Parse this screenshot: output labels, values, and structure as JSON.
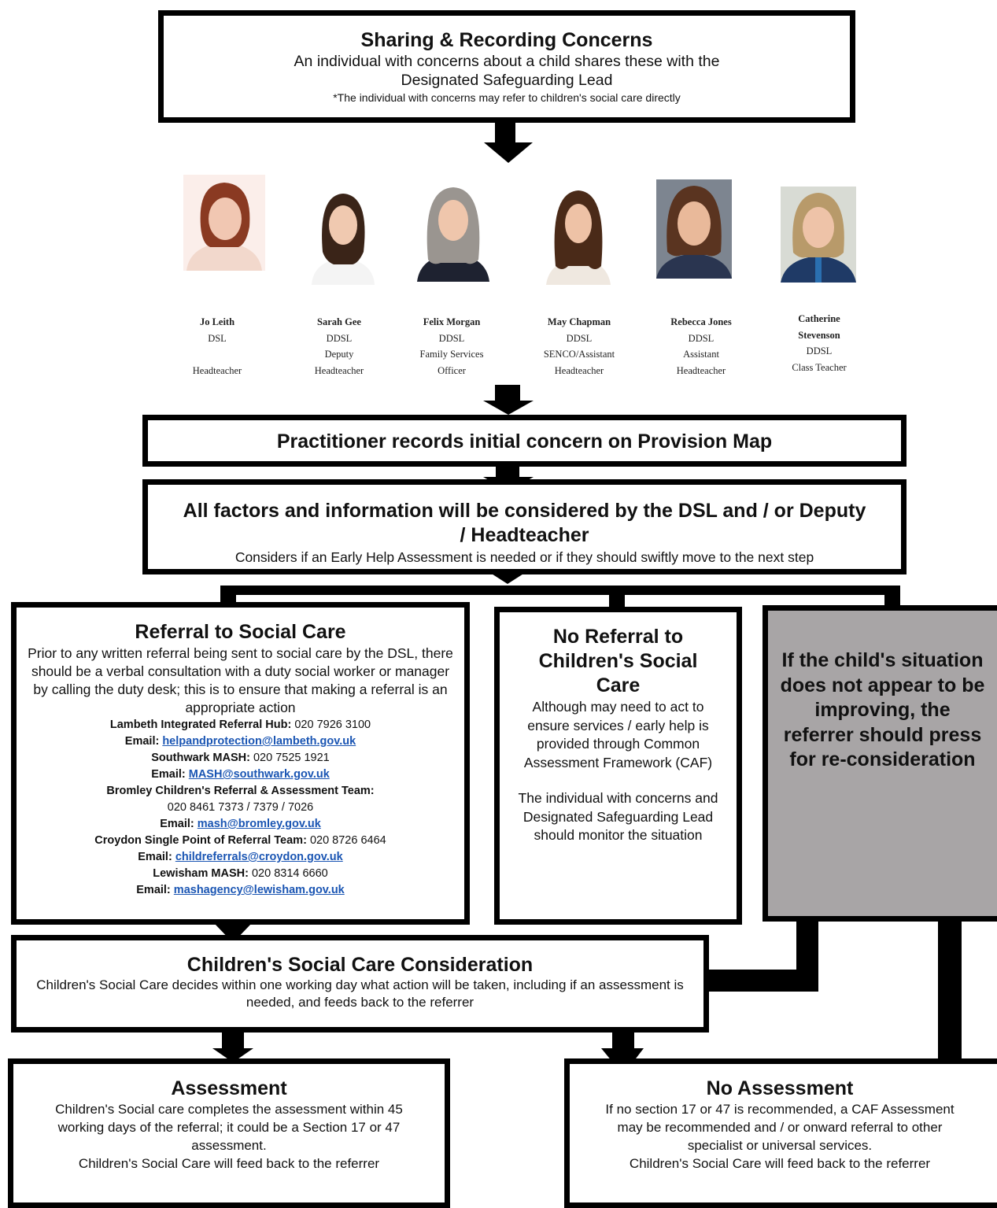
{
  "sharing": {
    "title": "Sharing & Recording Concerns",
    "line": "An individual with concerns about a child shares these with the Designated Safeguarding Lead",
    "note": "*The individual with concerns may refer to children's social care directly"
  },
  "staff": [
    {
      "name": "Jo Leith",
      "role": "DSL",
      "extra": "",
      "title": "Headteacher",
      "photo_bg": "#fbeeea",
      "hair": "#8a3a22",
      "top": "#f2d8cc"
    },
    {
      "name": "Sarah Gee",
      "role": "DDSL",
      "extra": "Deputy",
      "title": "Headteacher",
      "photo_bg": "#ffffff",
      "hair": "#3a2418",
      "top": "#f4f4f4"
    },
    {
      "name": "Felix Morgan",
      "role": "DDSL",
      "extra": "Family Services",
      "title": "Officer",
      "photo_bg": "#ffffff",
      "hair": "#9a9590",
      "top": "#1e2230"
    },
    {
      "name": "May Chapman",
      "role": "DDSL",
      "extra": "SENCO/Assistant",
      "title": "Headteacher",
      "photo_bg": "#ffffff",
      "hair": "#4a2a18",
      "top": "#efe8e0"
    },
    {
      "name": "Rebecca Jones",
      "role": "DDSL",
      "extra": "Assistant",
      "title": "Headteacher",
      "photo_bg": "#7d8590",
      "hair": "#5a3420",
      "top": "#2a3550"
    },
    {
      "name": "Catherine Stevenson",
      "role": "DDSL",
      "extra": "",
      "title": "Class Teacher",
      "photo_bg": "#d8dbd4",
      "hair": "#b89a6a",
      "top": "#1f3a66"
    }
  ],
  "practitioner": {
    "text": "Practitioner records initial concern on Provision Map"
  },
  "factors": {
    "title": "All factors and information will be considered by the DSL and / or Deputy / Headteacher",
    "line": "Considers if an Early Help Assessment is needed or if they should swiftly move to the next step"
  },
  "referral": {
    "title": "Referral to Social Care",
    "intro": "Prior to any written referral being sent to social care by the DSL, there should be a verbal consultation with a duty social worker or manager by calling the duty desk; this is to ensure that making a referral is an appropriate action",
    "email_label": "Email:",
    "contacts": [
      {
        "label": "Lambeth Integrated Referral Hub:",
        "phone": "020 7926 3100",
        "email": "helpandprotection@lambeth.gov.uk"
      },
      {
        "label": "Southwark MASH:",
        "phone": "020 7525 1921",
        "email": "MASH@southwark.gov.uk"
      },
      {
        "label": "Bromley Children's Referral & Assessment Team:",
        "phone": "020 8461 7373 / 7379 / 7026",
        "email": "mash@bromley.gov.uk"
      },
      {
        "label": "Croydon Single Point of Referral Team:",
        "phone": "020 8726 6464",
        "email": "childreferrals@croydon.gov.uk"
      },
      {
        "label": "Lewisham MASH:",
        "phone": "020 8314 6660",
        "email": "mashagency@lewisham.gov.uk"
      }
    ]
  },
  "noreferral": {
    "title": "No Referral to Children's Social Care",
    "text1": "Although may need to act to ensure services / early help is provided through Common Assessment Framework (CAF)",
    "text2": "The individual with concerns and Designated Safeguarding Lead should monitor the situation"
  },
  "reconsider": {
    "text": "If the child's situation does not appear to be improving, the referrer should press for re-consideration",
    "fill": "#a8a5a6"
  },
  "csc": {
    "title": "Children's Social Care Consideration",
    "text": "Children's Social Care decides within one working day what action will be taken, including if an assessment is needed, and feeds back to the referrer"
  },
  "assessment": {
    "title": "Assessment",
    "text1": "Children's Social care completes the assessment within 45 working days of the referral; it could be a Section 17 or 47 assessment.",
    "text2": "Children's Social Care will feed back to the referrer"
  },
  "noassessment": {
    "title": "No Assessment",
    "text1": "If no section 17 or 47 is recommended, a CAF Assessment may be recommended and / or onward referral to other specialist or universal services.",
    "text2": "Children's Social Care will feed back to the referrer"
  },
  "colors": {
    "border": "#000000",
    "link": "#1a55b3"
  }
}
